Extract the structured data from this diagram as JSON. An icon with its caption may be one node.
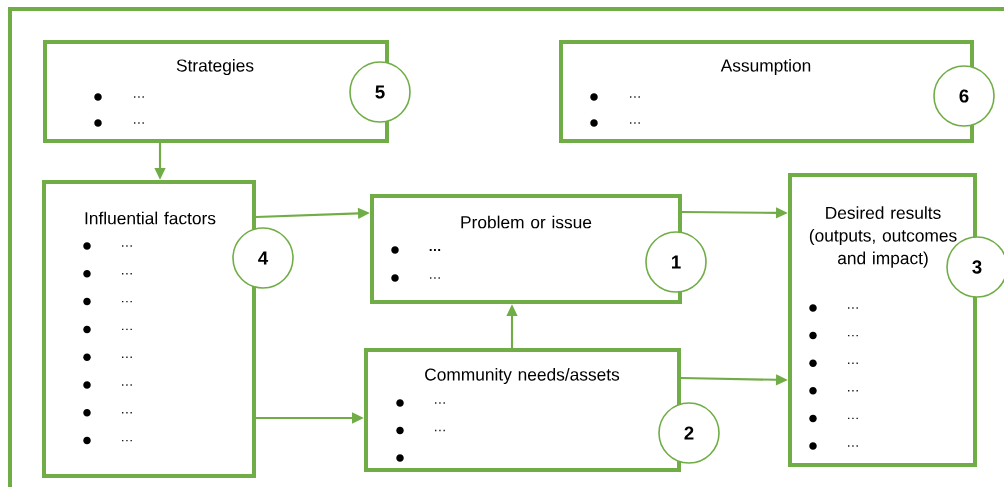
{
  "diagram": {
    "nodes": [
      {
        "text": [
          "Strategies",
          "…",
          "…"
        ]
      },
      {
        "text": [
          "5"
        ]
      },
      {
        "text": [
          "Assumption",
          "…",
          "…"
        ]
      },
      {
        "text": [
          "6"
        ]
      },
      {
        "text": [
          "Influential factors",
          "…",
          "…",
          "…",
          "…",
          "…",
          "…",
          "…",
          "…"
        ]
      },
      {
        "text": [
          "4"
        ]
      },
      {
        "text": [
          "Problem or issue",
          "**…**",
          "…"
        ]
      },
      {
        "text": [
          "1"
        ]
      },
      {
        "text": [
          "Desired results (outputs, outcomes and impact)",
          "…",
          "…",
          "…",
          "…",
          "…",
          "…"
        ]
      },
      {
        "text": [
          "3"
        ]
      },
      {
        "text": [
          "Community needs/assets",
          "…",
          "…"
        ]
      },
      {
        "text": [
          "2"
        ]
      }
    ],
    "edges": [
      {
        "from": 0,
        "to": 4,
        "arrow": "to"
      },
      {
        "from": 4,
        "to": 6,
        "arrow": "to"
      },
      {
        "from": 6,
        "to": 8,
        "arrow": "to"
      },
      {
        "from": 10,
        "to": 6,
        "arrow": "to"
      },
      {
        "from": 4,
        "to": 10,
        "arrow": "to"
      },
      {
        "from": 10,
        "to": 8,
        "arrow": "to"
      }
    ]
  }
}
